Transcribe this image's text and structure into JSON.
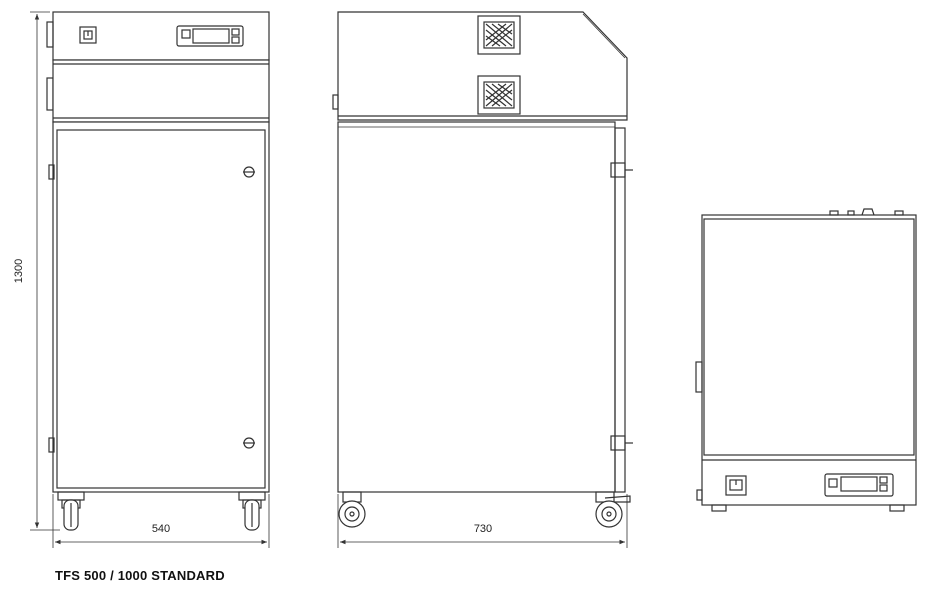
{
  "caption": "TFS 500 / 1000 STANDARD",
  "dimensions": {
    "height": "1300",
    "width": "540",
    "depth": "730"
  },
  "views": [
    "front-view",
    "side-view",
    "top-view"
  ],
  "colors": {
    "line": "#333333",
    "fill": "#ffffff"
  }
}
